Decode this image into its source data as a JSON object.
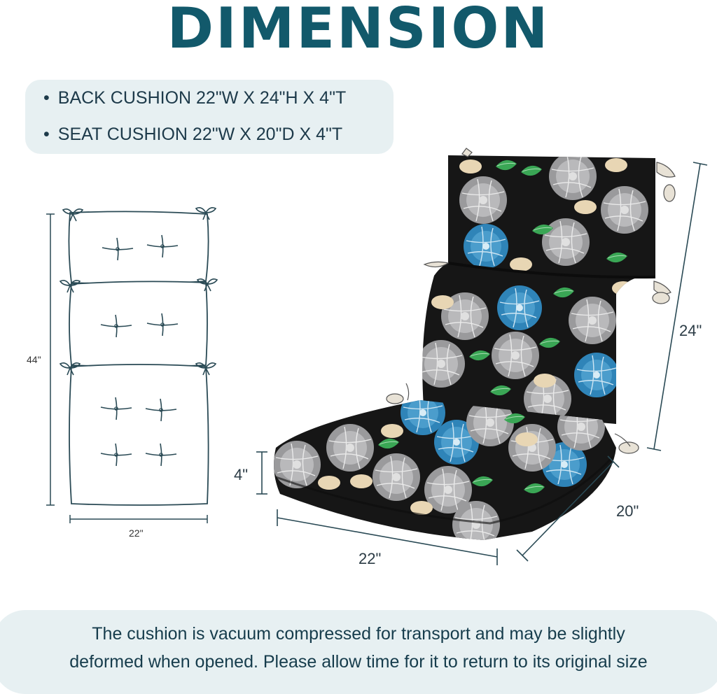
{
  "title": "DIMENSION",
  "specs": [
    {
      "bullet": "•",
      "text": "BACK CUSHION 22\"W X 24\"H X 4\"T"
    },
    {
      "bullet": "•",
      "text": "SEAT CUSHION 22\"W X 20\"D X 4\"T"
    }
  ],
  "flat_diagram": {
    "height_label": "44\"",
    "width_label": "22\""
  },
  "chair_diagram": {
    "back_height_label": "24\"",
    "thickness_label": "4\"",
    "width_label": "22\"",
    "depth_label": "20\""
  },
  "note": [
    "The cushion is vacuum compressed for transport and may be slightly",
    "deformed when opened. Please allow time for it to return to its original size"
  ],
  "colors": {
    "title": "#12596b",
    "panel_bg": "#e7f0f2",
    "cushion_black": "#161616",
    "flower_blue": "#2f84b8",
    "flower_grey": "#9a9a9c",
    "leaf_green": "#3aa655",
    "petal_cream": "#e8d6b4"
  }
}
